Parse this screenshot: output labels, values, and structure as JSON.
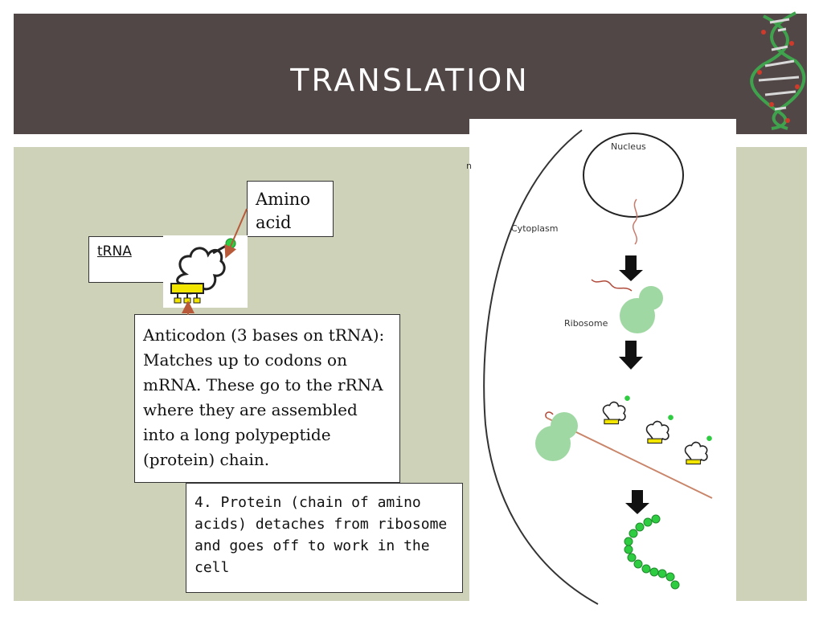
{
  "slide": {
    "title": "TRANSLATION"
  },
  "labels": {
    "amino_acid": "Amino acid",
    "trna": "tRNA",
    "anticodon": "Anticodon (3 bases on tRNA): Matches up to codons on mRNA. These go to the rRNA where they are assembled into a long polypeptide (protein) chain.",
    "protein": "4. Protein (chain of amino acids) detaches from ribosome and goes off to work in the cell",
    "fragment": "n"
  },
  "diagram": {
    "nucleus": "Nucleus",
    "cytoplasm": "Cytoplasm",
    "ribosome": "Ribosome"
  },
  "colors": {
    "header": "#524747",
    "content": "#cdd2b8",
    "ribosome": "#9fd8a3",
    "amino": "#2ecc40",
    "anticodon": "#f2e600",
    "arrow": "#b85a3a"
  }
}
